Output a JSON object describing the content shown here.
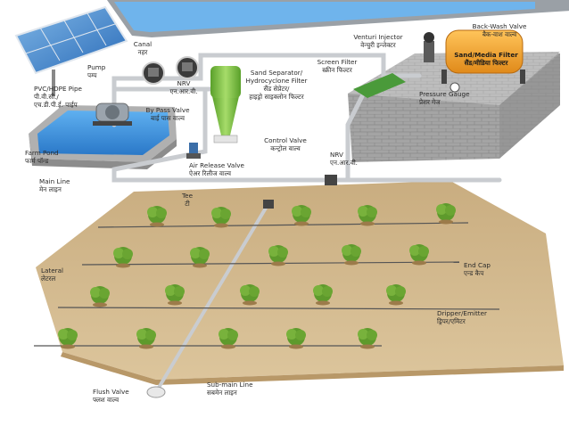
{
  "labels": {
    "canal": [
      "Canal",
      "नहर"
    ],
    "pump": [
      "Pump",
      "पम्प"
    ],
    "pipe": [
      "PVC/HDPE Pipe",
      "पी.वी.सी./",
      "एच.डी.पी.ई. पाईप"
    ],
    "farm_pond": [
      "Farm Pond",
      "फार्म पॉन्ड"
    ],
    "main_line": [
      "Main Line",
      "मेन लाइन"
    ],
    "bypass_valve": [
      "By Pass Valve",
      "बाई पास वाल्व"
    ],
    "nrv_left": [
      "NRV",
      "एन.आर.वी."
    ],
    "sand_separator": [
      "Sand Separator/",
      "Hydrocyclone Filter",
      "सैंड सेप्रेटर/",
      "हाइड्रो साइक्लोन फिल्टर"
    ],
    "air_release": [
      "Air Release Valve",
      "ऐअर रिलीज वाल्व"
    ],
    "tee": [
      "Tee",
      "टी"
    ],
    "control_valve": [
      "Control Valve",
      "कन्ट्रोल वाल्व"
    ],
    "nrv_right": [
      "NRV",
      "एन.आर.वी."
    ],
    "screen_filter": [
      "Screen Filter",
      "स्क्रीन फिल्टर"
    ],
    "venturi": [
      "Venturi Injector",
      "वेन्चुरी इन्जेक्टर"
    ],
    "back_wash": [
      "Back-Wash Valve",
      "बैक-वाश वाल्व"
    ],
    "media_filter": [
      "Sand/Media Filter",
      "सैंड/मीडिया फिल्टर"
    ],
    "pressure_gauge": [
      "Pressure Gauge",
      "प्रेशर गेज"
    ],
    "lateral": [
      "Lateral",
      "लेटरल"
    ],
    "end_cap": [
      "End Cap",
      "एन्ड कैप"
    ],
    "dripper": [
      "Dripper/Emitter",
      "ड्रिपर/एमिटर"
    ],
    "flush_valve": [
      "Flush Valve",
      "फ्लश वाल्व"
    ],
    "submain": [
      "Sub-main Line",
      "सबमेन लाइन"
    ]
  },
  "colors": {
    "pipe": "#c9ccd0",
    "field": "#d2b88c",
    "tree": "#5e9a2c",
    "water": "#3f8fd6",
    "media_filter": "#f0a030",
    "screen_filter": "#4a9a3a",
    "hydrocyclone": "#7cc242",
    "brick": "#9a9a9a"
  },
  "icons": [
    "solar-panel-icon",
    "pump-icon",
    "valve-icon",
    "filter-icon",
    "tree-icon",
    "dripper-icon",
    "gauge-icon"
  ]
}
